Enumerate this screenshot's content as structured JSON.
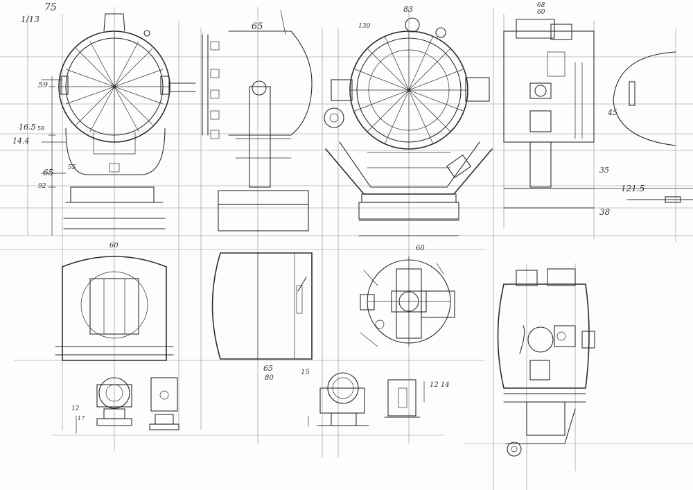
{
  "labels": {
    "scale": "1/13",
    "page_no": "75",
    "d65_top": "65",
    "d83": "83",
    "d130": "130",
    "d68": "68",
    "d60_right": "60",
    "d59": "59",
    "d16_5": "16.5",
    "d14_4": "14.4",
    "d58": "58",
    "d65_left": "65",
    "d92": "92",
    "d55": "55",
    "d45": "45",
    "d35": "35",
    "d121_5": "121.5",
    "d38": "38",
    "d60_a": "60",
    "d60_b": "60",
    "d65_lower": "65",
    "d80": "80",
    "d15": "15",
    "d12_14": "12 14",
    "d12_low": "12",
    "d17": "17"
  },
  "colors": {
    "paper": "#fdfdfb",
    "ink": "#2b2b2b",
    "guide": "#8a8a8a"
  }
}
